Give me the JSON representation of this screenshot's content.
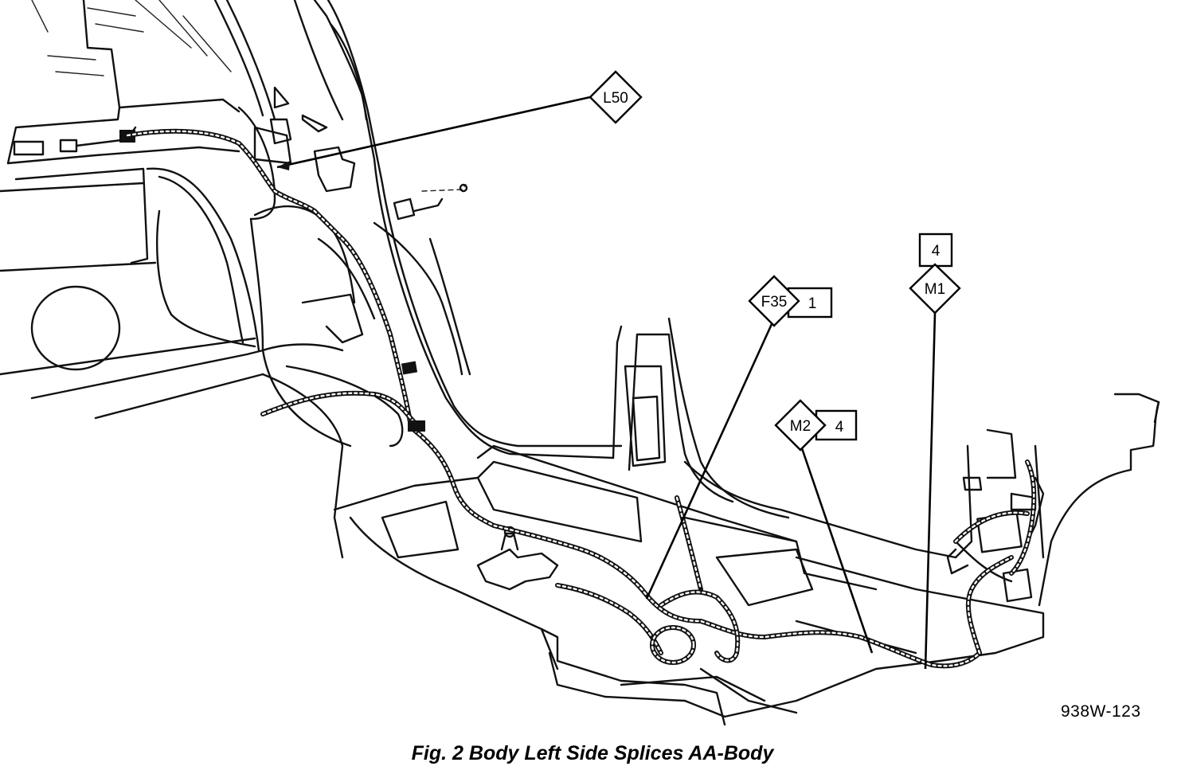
{
  "callouts": {
    "l50": {
      "label": "L50"
    },
    "f35": {
      "label": "F35",
      "count": "1"
    },
    "m2": {
      "label": "M2",
      "count": "4"
    },
    "m1": {
      "label": "M1",
      "count": "4"
    }
  },
  "figure_id": "938W-123",
  "caption": "Fig. 2 Body Left Side Splices AA-Body"
}
